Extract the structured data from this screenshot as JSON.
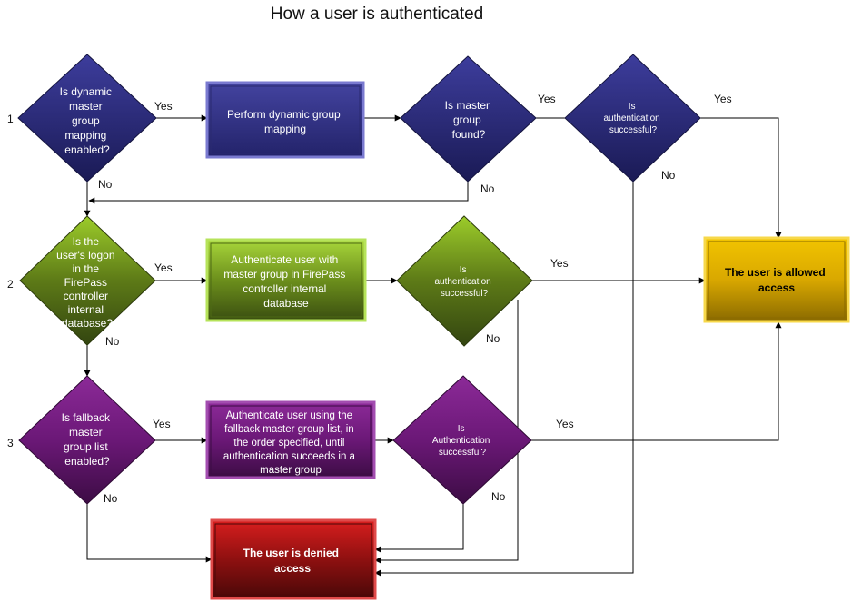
{
  "title": "How a user is authenticated",
  "row_numbers": [
    "1",
    "2",
    "3"
  ],
  "nodes": {
    "d1": [
      "Is dynamic",
      "master",
      "group",
      "mapping",
      "enabled?"
    ],
    "r1": [
      "Perform dynamic group",
      "mapping"
    ],
    "d2": [
      "Is master",
      "group",
      "found?"
    ],
    "d3": [
      "Is",
      "authentication",
      "successful?"
    ],
    "d4": [
      "Is the",
      "user's logon",
      "in the",
      "FirePass",
      "controller",
      "internal",
      "database?"
    ],
    "r2": [
      "Authenticate user with",
      "master group in FirePass",
      "controller internal",
      "database"
    ],
    "d5": [
      "Is",
      "authentication",
      "successful?"
    ],
    "d6": [
      "Is fallback",
      "master",
      "group list",
      "enabled?"
    ],
    "r3": [
      "Authenticate user  using  the",
      "fallback master group list, in",
      "the order specified, until",
      "authentication succeeds in a",
      "master group"
    ],
    "d7": [
      "Is",
      "Authentication",
      "successful?"
    ],
    "allowed": [
      "The user is allowed",
      "access"
    ],
    "denied": [
      "The user is denied",
      "access"
    ]
  },
  "edge_labels": {
    "d1_yes": "Yes",
    "d1_no": "No",
    "d2_yes": "Yes",
    "d2_no": "No",
    "d3_yes": "Yes",
    "d3_no": "No",
    "d4_yes": "Yes",
    "d4_no": "No",
    "d5_yes": "Yes",
    "d5_no": "No",
    "d6_yes": "Yes",
    "d6_no": "No",
    "d7_yes": "Yes",
    "d7_no": "No"
  },
  "colors": {
    "navy": "#2b2b7a",
    "olive": "#556b17",
    "lime": "#8fbf22",
    "purple": "#6b1877",
    "red": "#b31212",
    "gold": "#e6b800"
  }
}
